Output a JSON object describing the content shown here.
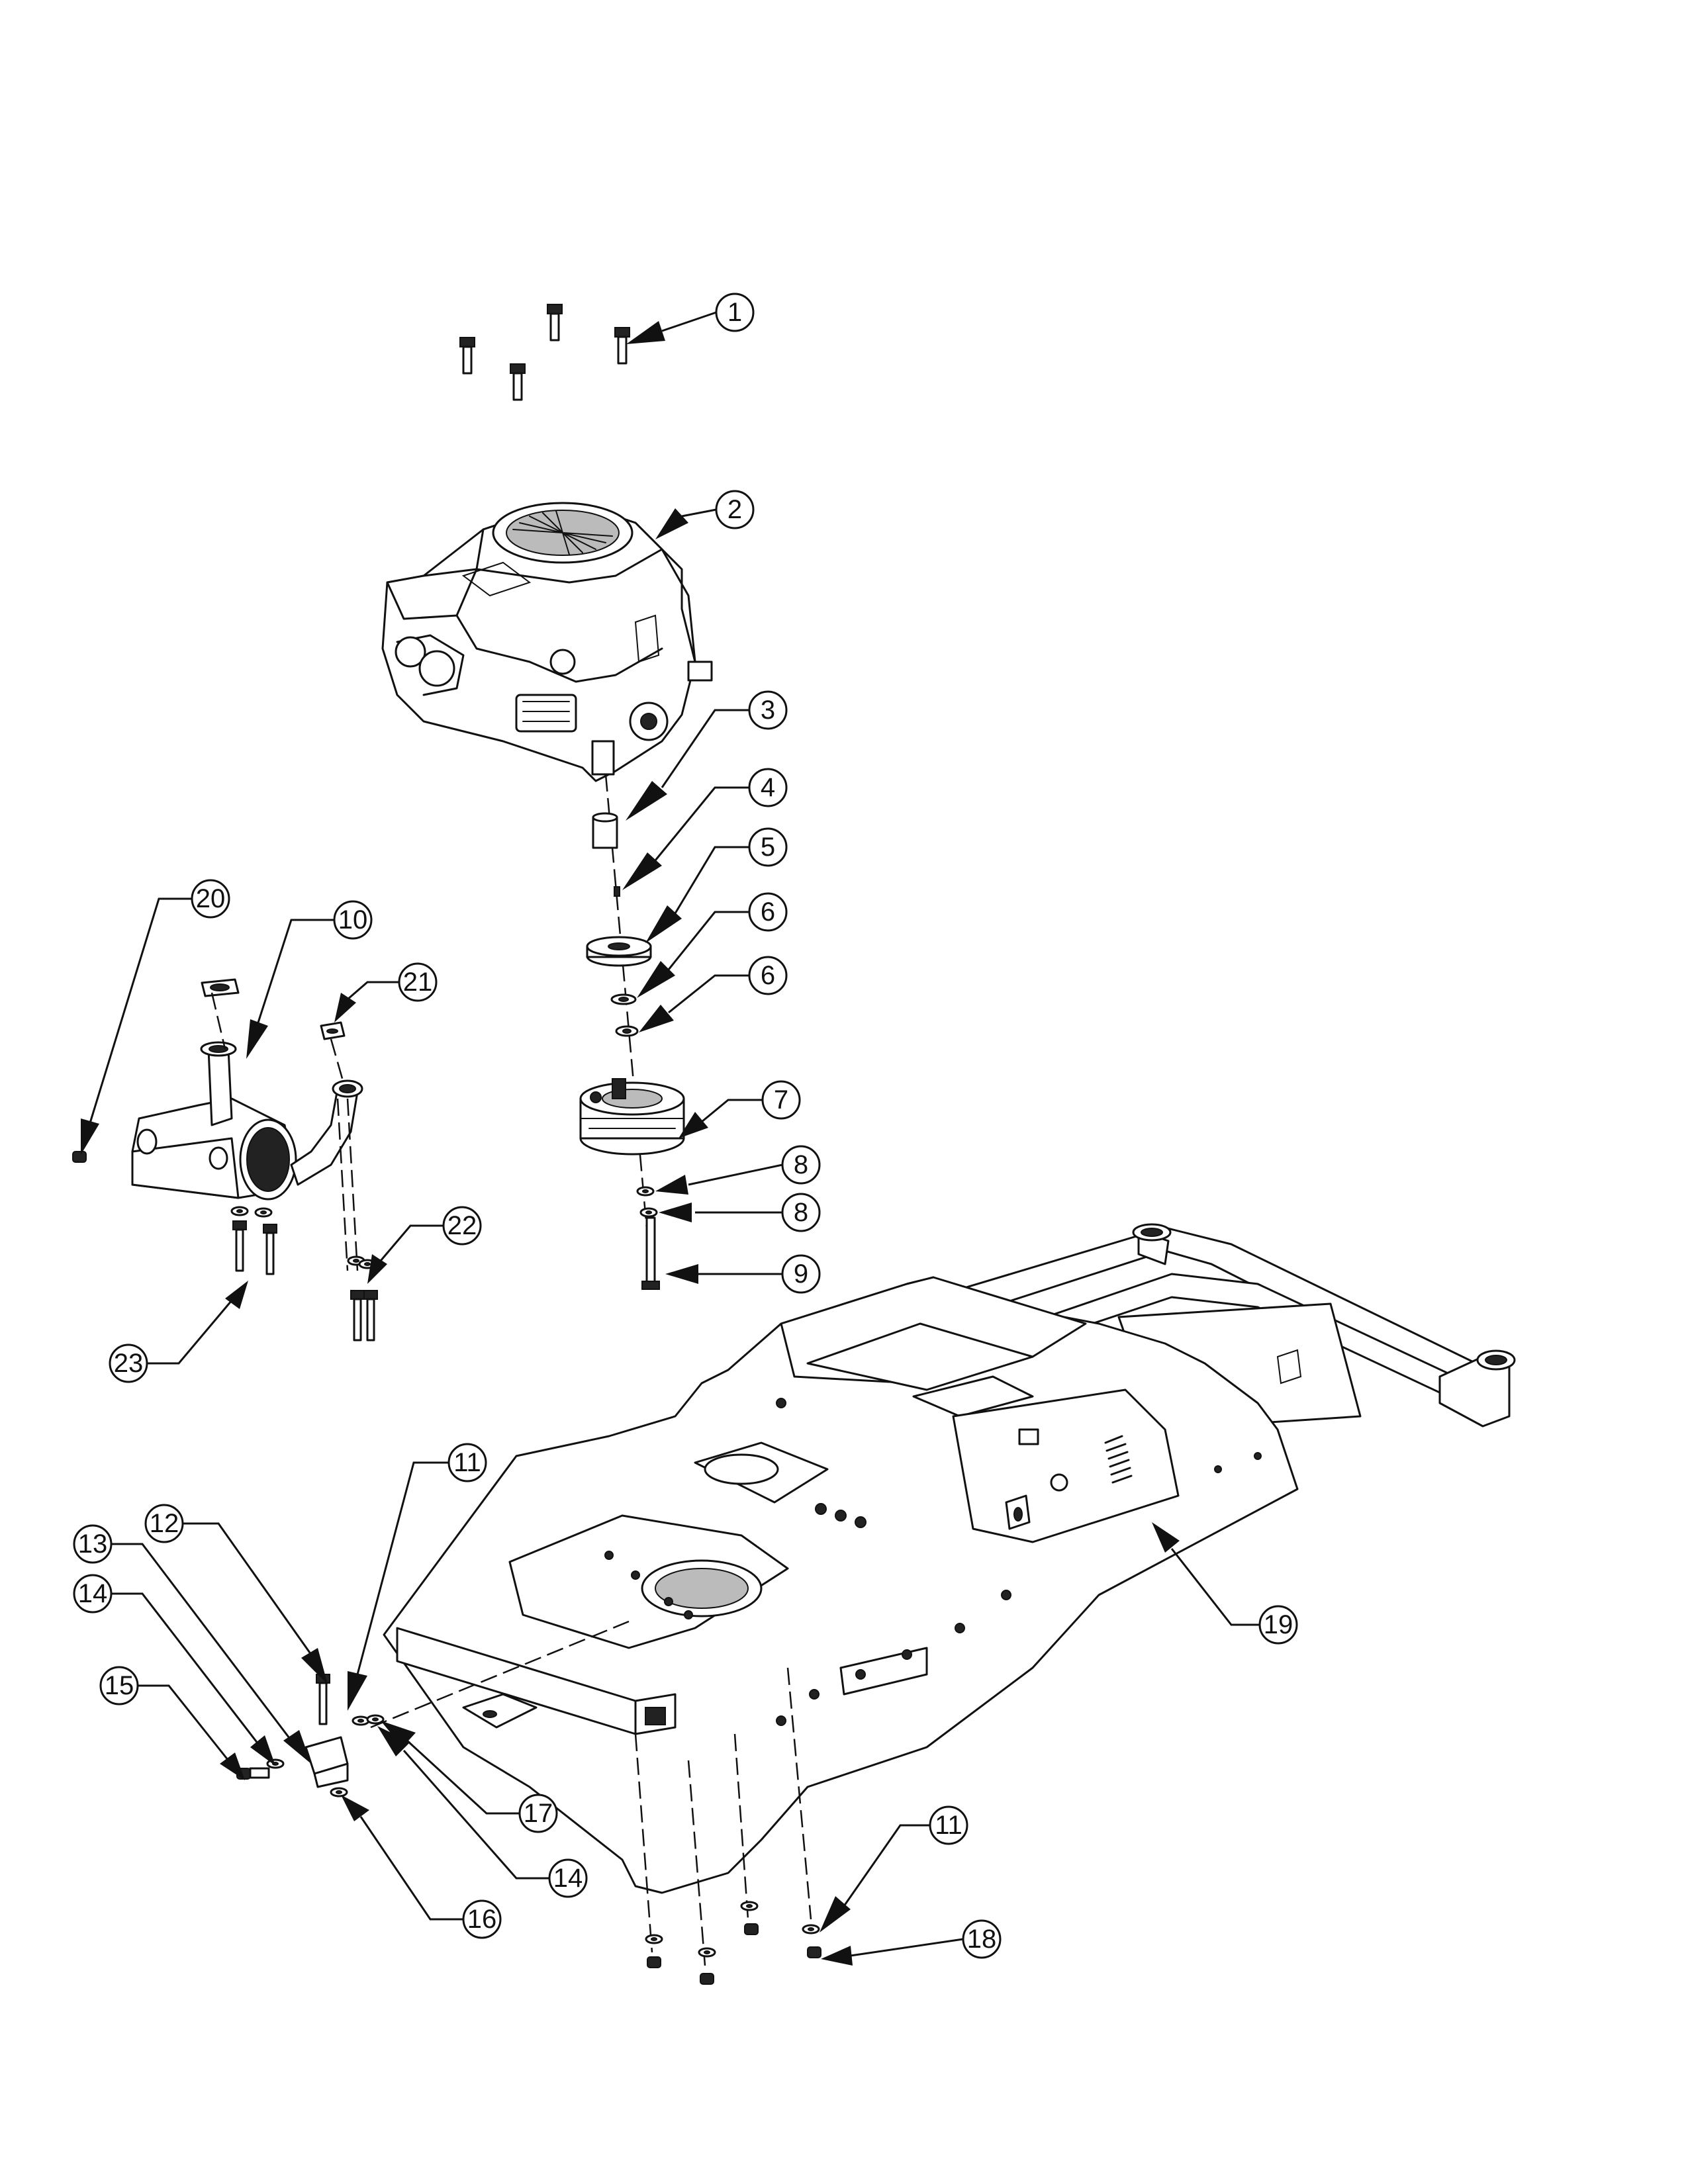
{
  "callouts": [
    {
      "id": "c1",
      "label": "1"
    },
    {
      "id": "c2",
      "label": "2"
    },
    {
      "id": "c3",
      "label": "3"
    },
    {
      "id": "c4",
      "label": "4"
    },
    {
      "id": "c5",
      "label": "5"
    },
    {
      "id": "c6a",
      "label": "6"
    },
    {
      "id": "c6b",
      "label": "6"
    },
    {
      "id": "c7",
      "label": "7"
    },
    {
      "id": "c8a",
      "label": "8"
    },
    {
      "id": "c8b",
      "label": "8"
    },
    {
      "id": "c9",
      "label": "9"
    },
    {
      "id": "c10",
      "label": "10"
    },
    {
      "id": "c11a",
      "label": "11"
    },
    {
      "id": "c11b",
      "label": "11"
    },
    {
      "id": "c12",
      "label": "12"
    },
    {
      "id": "c13",
      "label": "13"
    },
    {
      "id": "c14a",
      "label": "14"
    },
    {
      "id": "c14b",
      "label": "14"
    },
    {
      "id": "c15",
      "label": "15"
    },
    {
      "id": "c16",
      "label": "16"
    },
    {
      "id": "c17",
      "label": "17"
    },
    {
      "id": "c18",
      "label": "18"
    },
    {
      "id": "c19",
      "label": "19"
    },
    {
      "id": "c20",
      "label": "20"
    },
    {
      "id": "c21",
      "label": "21"
    },
    {
      "id": "c22",
      "label": "22"
    },
    {
      "id": "c23",
      "label": "23"
    }
  ]
}
